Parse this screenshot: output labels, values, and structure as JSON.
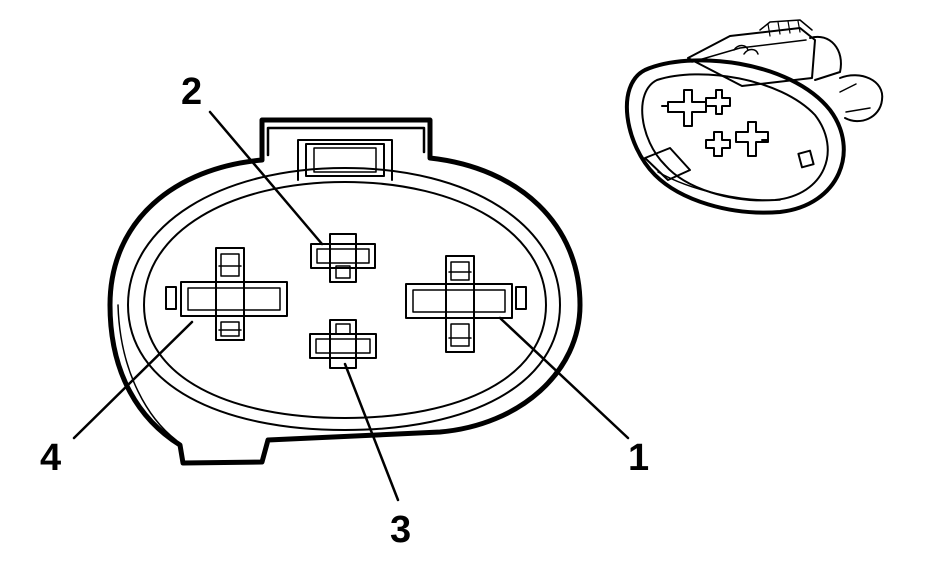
{
  "diagram": {
    "type": "connector-face-pinout",
    "line_color": "#000000",
    "background": "#ffffff",
    "callouts": [
      {
        "id": "pin-1",
        "label": "1"
      },
      {
        "id": "pin-2",
        "label": "2"
      },
      {
        "id": "pin-3",
        "label": "3"
      },
      {
        "id": "pin-4",
        "label": "4"
      }
    ],
    "terminals": [
      {
        "pin": "1",
        "size": "large"
      },
      {
        "pin": "2",
        "size": "small"
      },
      {
        "pin": "3",
        "size": "small"
      },
      {
        "pin": "4",
        "size": "large"
      }
    ],
    "inset": {
      "icon": "connector-perspective-icon"
    }
  }
}
